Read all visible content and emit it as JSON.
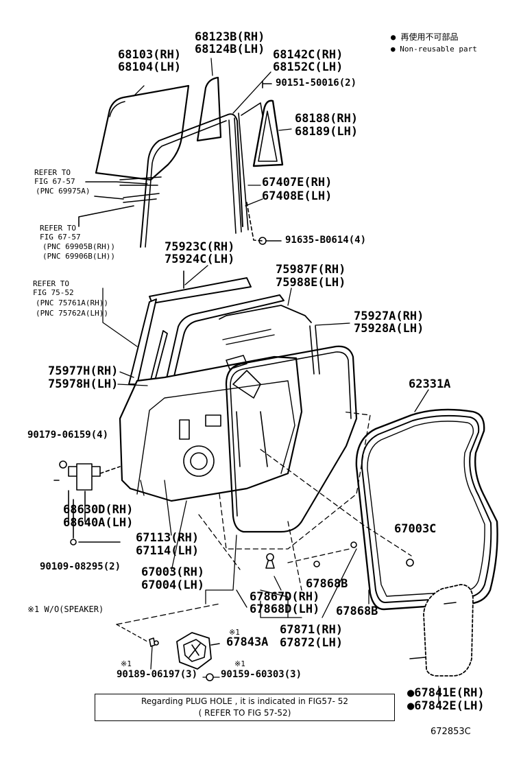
{
  "legend": {
    "cjk_note": "● 再使用不可部品",
    "eng_note": "● Non-reusable part"
  },
  "labels": {
    "p68103": "68103(RH)",
    "p68104": "68104(LH)",
    "p68123": "68123B(RH)",
    "p68124": "68124B(LH)",
    "p68142": "68142C(RH)",
    "p68152": "68152C(LH)",
    "p90151": "90151-50016(2)",
    "p68188": "68188(RH)",
    "p68189": "68189(LH)",
    "ref1_a": "REFER TO",
    "ref1_b": "FIG 67-57",
    "ref1_c": "(PNC 69975A)",
    "p67407": "67407E(RH)",
    "p67408": "67408E(LH)",
    "ref2_a": "REFER TO",
    "ref2_b": "FIG 67-57",
    "ref2_c": "(PNC 69905B(RH))",
    "ref2_d": "(PNC 69906B(LH))",
    "p91635": "91635-B0614(4)",
    "p75923": "75923C(RH)",
    "p75924": "75924C(LH)",
    "ref3_a": "REFER TO",
    "ref3_b": "FIG 75-52",
    "ref3_c": "(PNC 75761A(RH))",
    "ref3_d": "(PNC 75762A(LH))",
    "p75987": "75987F(RH)",
    "p75988": "75988E(LH)",
    "p75927": "75927A(RH)",
    "p75928": "75928A(LH)",
    "p75977": "75977H(RH)",
    "p75978": "75978H(LH)",
    "p62331": "62331A",
    "p90179": "90179-06159(4)",
    "p68630": "68630D(RH)",
    "p68640": "68640A(LH)",
    "p67003c": "67003C",
    "p67113": "67113(RH)",
    "p67114": "67114(LH)",
    "p90109": "90109-08295(2)",
    "p67003": "67003(RH)",
    "p67004": "67004(LH)",
    "p67868b1": "67868B",
    "p67867": "67867D(RH)",
    "p67868d": "67868D(LH)",
    "p67868b2": "67868B",
    "speaker": "※1 W/O(SPEAKER)",
    "mark1a": "※1",
    "p67843": "67843A",
    "p67871": "67871(RH)",
    "p67872": "67872(LH)",
    "mark1b": "※1",
    "p90189": "90189-06197(3)",
    "mark1c": "※1",
    "p90159": "90159-60303(3)",
    "p67841": "●67841E(RH)",
    "p67842": "●67842E(LH)",
    "code": "672853C"
  },
  "note": {
    "line1": "Regarding PLUG HOLE , it is indicated in FIG57- 52",
    "line2": "( REFER TO FIG 57-52)"
  }
}
